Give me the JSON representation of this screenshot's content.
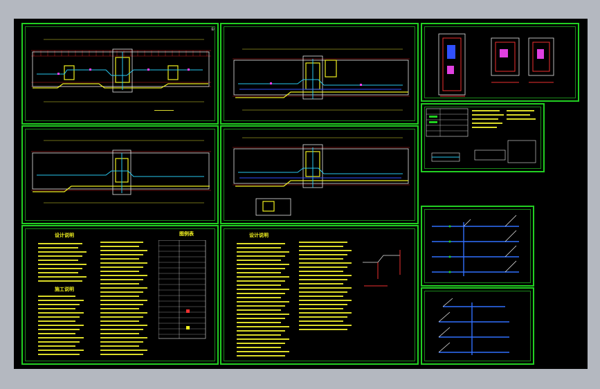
{
  "app": {
    "background": "#b4b8c0",
    "canvas_bg": "#000000",
    "frame_color": "#22d022"
  },
  "sheets": {
    "plan1": {
      "number": "①"
    },
    "notes1": {
      "title_a": "设计说明",
      "title_b": "施工说明",
      "legend_title": "图例表"
    },
    "notes2": {
      "title": "设计说明"
    }
  },
  "icons": [
    "plan-drawing",
    "riser-diagram",
    "legend-table"
  ]
}
